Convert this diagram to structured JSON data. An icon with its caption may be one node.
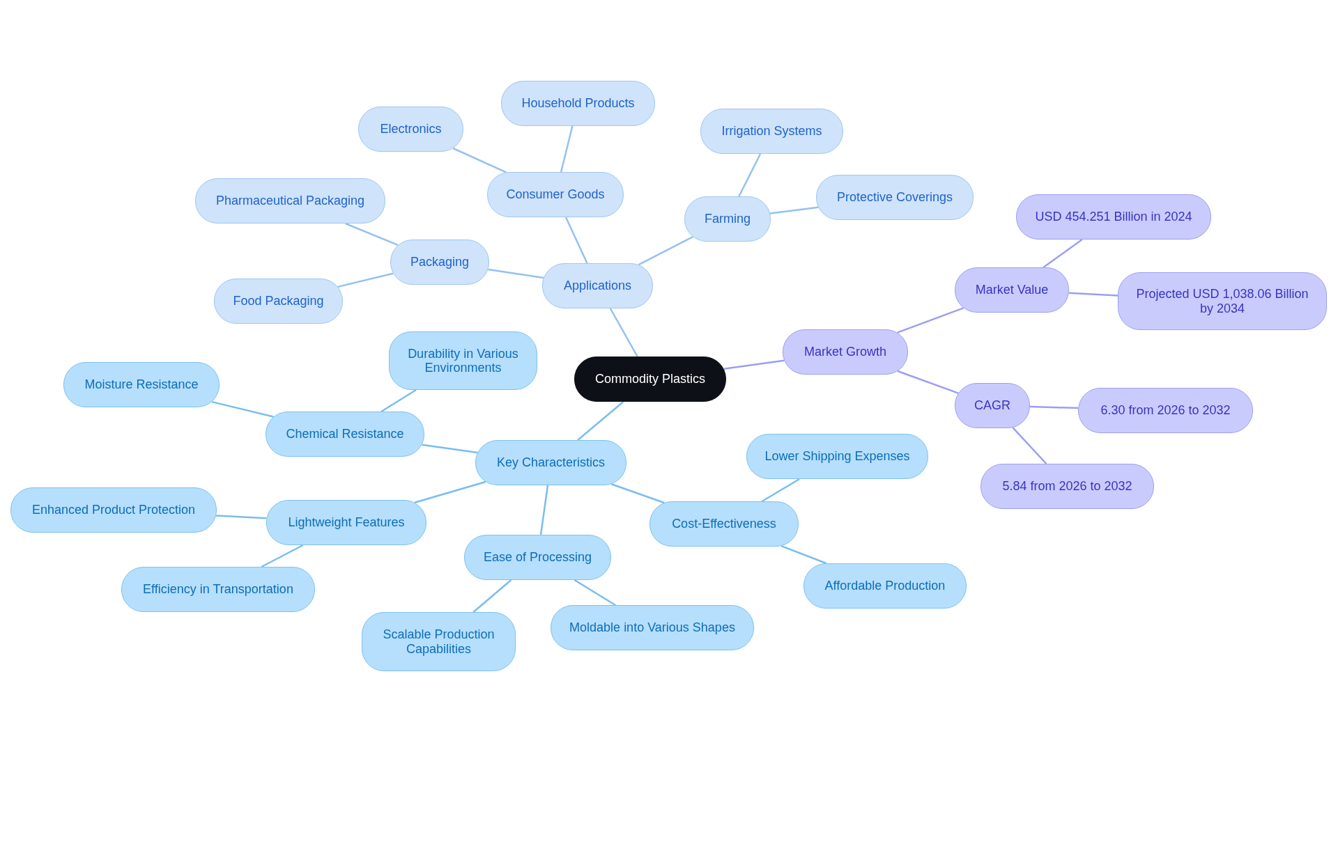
{
  "diagram": {
    "nodes": [
      {
        "text": [
          "Commodity Plastics"
        ]
      },
      {
        "text": [
          "Applications"
        ]
      },
      {
        "text": [
          "Packaging"
        ]
      },
      {
        "text": [
          "Pharmaceutical Packaging"
        ]
      },
      {
        "text": [
          "Food Packaging"
        ]
      },
      {
        "text": [
          "Consumer Goods"
        ]
      },
      {
        "text": [
          "Electronics"
        ]
      },
      {
        "text": [
          "Household Products"
        ]
      },
      {
        "text": [
          "Farming"
        ]
      },
      {
        "text": [
          "Irrigation Systems"
        ]
      },
      {
        "text": [
          "Protective Coverings"
        ]
      },
      {
        "text": [
          "Key Characteristics"
        ]
      },
      {
        "text": [
          "Chemical Resistance"
        ]
      },
      {
        "text": [
          "Moisture Resistance"
        ]
      },
      {
        "text": [
          "Durability in Various Environments"
        ]
      },
      {
        "text": [
          "Lightweight Features"
        ]
      },
      {
        "text": [
          "Enhanced Product Protection"
        ]
      },
      {
        "text": [
          "Efficiency in Transportation"
        ]
      },
      {
        "text": [
          "Ease of Processing"
        ]
      },
      {
        "text": [
          "Scalable Production Capabilities"
        ]
      },
      {
        "text": [
          "Moldable into Various Shapes"
        ]
      },
      {
        "text": [
          "Cost-Effectiveness"
        ]
      },
      {
        "text": [
          "Lower Shipping Expenses"
        ]
      },
      {
        "text": [
          "Affordable Production"
        ]
      },
      {
        "text": [
          "Market Growth"
        ]
      },
      {
        "text": [
          "Market Value"
        ]
      },
      {
        "text": [
          "USD 454.251 Billion in 2024"
        ]
      },
      {
        "text": [
          "Projected USD 1,038.06 Billion by 2034"
        ]
      },
      {
        "text": [
          "CAGR"
        ]
      },
      {
        "text": [
          "6.30 from 2026 to 2032"
        ]
      },
      {
        "text": [
          "5.84 from 2026 to 2032"
        ]
      }
    ],
    "edges": [
      {
        "from": 0,
        "to": 1,
        "arrow": "none",
        "color": "#94c1f0"
      },
      {
        "from": 1,
        "to": 2,
        "arrow": "none",
        "color": "#94c1f0"
      },
      {
        "from": 2,
        "to": 3,
        "arrow": "none",
        "color": "#94c1f0"
      },
      {
        "from": 2,
        "to": 4,
        "arrow": "none",
        "color": "#94c1f0"
      },
      {
        "from": 1,
        "to": 5,
        "arrow": "none",
        "color": "#94c1f0"
      },
      {
        "from": 5,
        "to": 6,
        "arrow": "none",
        "color": "#94c1f0"
      },
      {
        "from": 5,
        "to": 7,
        "arrow": "none",
        "color": "#94c1f0"
      },
      {
        "from": 1,
        "to": 8,
        "arrow": "none",
        "color": "#94c1f0"
      },
      {
        "from": 8,
        "to": 9,
        "arrow": "none",
        "color": "#94c1f0"
      },
      {
        "from": 8,
        "to": 10,
        "arrow": "none",
        "color": "#94c1f0"
      },
      {
        "from": 0,
        "to": 11,
        "arrow": "none"
      },
      {
        "from": 11,
        "to": 12,
        "arrow": "none"
      },
      {
        "from": 12,
        "to": 13,
        "arrow": "none"
      },
      {
        "from": 12,
        "to": 14,
        "arrow": "none"
      },
      {
        "from": 11,
        "to": 15,
        "arrow": "none"
      },
      {
        "from": 15,
        "to": 16,
        "arrow": "none"
      },
      {
        "from": 15,
        "to": 17,
        "arrow": "none"
      },
      {
        "from": 11,
        "to": 18,
        "arrow": "none"
      },
      {
        "from": 18,
        "to": 19,
        "arrow": "none"
      },
      {
        "from": 18,
        "to": 20,
        "arrow": "none"
      },
      {
        "from": 11,
        "to": 21,
        "arrow": "none"
      },
      {
        "from": 21,
        "to": 22,
        "arrow": "none"
      },
      {
        "from": 21,
        "to": 23,
        "arrow": "none"
      },
      {
        "from": 0,
        "to": 24,
        "arrow": "none",
        "color": "#9c9ef2"
      },
      {
        "from": 24,
        "to": 25,
        "arrow": "none",
        "color": "#9c9ef2"
      },
      {
        "from": 25,
        "to": 26,
        "arrow": "none",
        "color": "#9c9ef2"
      },
      {
        "from": 25,
        "to": 27,
        "arrow": "none",
        "color": "#9c9ef2"
      },
      {
        "from": 24,
        "to": 28,
        "arrow": "none",
        "color": "#9c9ef2"
      },
      {
        "from": 28,
        "to": 29,
        "arrow": "none",
        "color": "#9c9ef2"
      },
      {
        "from": 28,
        "to": 30,
        "arrow": "none",
        "color": "#9c9ef2"
      }
    ]
  }
}
